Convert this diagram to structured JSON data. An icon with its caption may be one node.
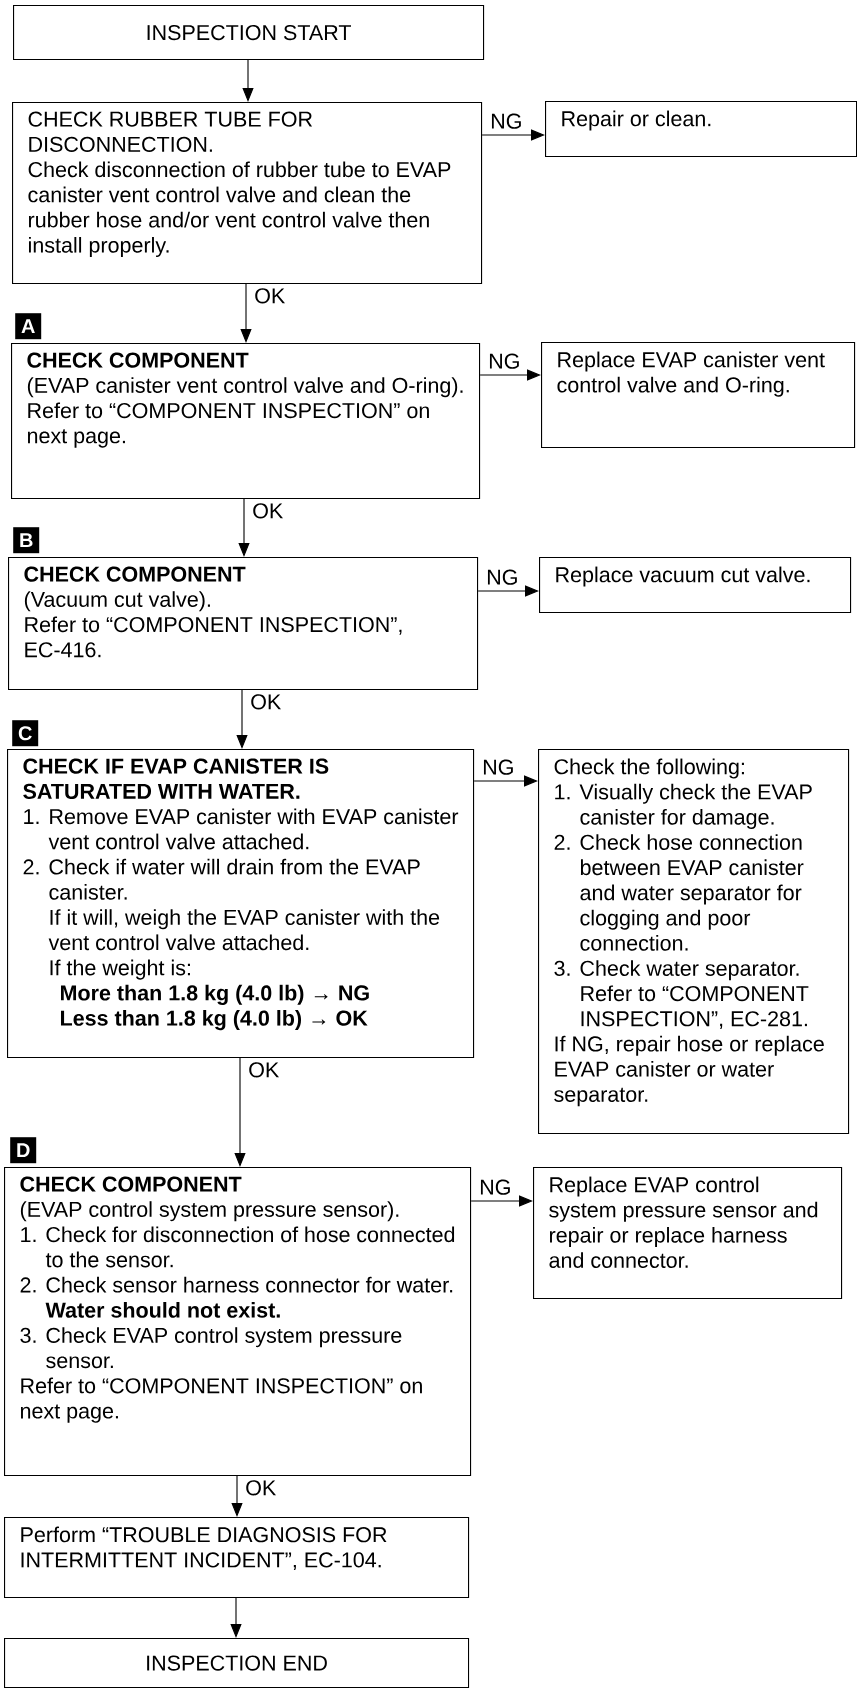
{
  "diagram": {
    "nodes": [
      {
        "text": [
          "INSPECTION START"
        ]
      },
      {
        "text": [
          "CHECK RUBBER TUBE FOR DISCONNECTION.",
          "Check disconnection of rubber tube to EVAP canister vent control valve and clean the rubber hose and/or vent control valve then install properly."
        ]
      },
      {
        "text": [
          "Repair or clean."
        ]
      },
      {
        "text": [
          "CHECK COMPONENT",
          "(EVAP canister vent control valve and O-ring).",
          "Refer to “COMPONENT INSPECTION” on next page."
        ]
      },
      {
        "text": [
          "Replace EVAP canister vent control valve and O-ring."
        ]
      },
      {
        "text": [
          "CHECK COMPONENT",
          "(Vacuum cut valve).",
          "Refer to “COMPONENT INSPECTION”, EC-416."
        ]
      },
      {
        "text": [
          "Replace vacuum cut valve."
        ]
      },
      {
        "text": [
          "CHECK IF EVAP CANISTER IS SATURATED WITH WATER.",
          "1. Remove EVAP canister with EVAP canister vent control valve attached.",
          "2. Check if water will drain from the EVAP canister.",
          "If it will, weigh the EVAP canister with the vent control valve attached.",
          "If the weight is:",
          "More than 1.8 kg (4.0 lb) → NG",
          "Less than 1.8 kg (4.0 lb) → OK"
        ]
      },
      {
        "text": [
          "Check the following:",
          "1. Visually check the EVAP canister for damage.",
          "2. Check hose connection between EVAP canister and water separator for clogging and poor connection.",
          "3. Check water separator. Refer to “COMPONENT INSPECTION”, EC-281.",
          "If NG, repair hose or replace EVAP canister or water separator."
        ]
      },
      {
        "text": [
          "CHECK COMPONENT",
          "(EVAP control system pressure sensor).",
          "1. Check for disconnection of hose connected to the sensor.",
          "2. Check sensor harness connector for water.",
          "Water should not exist.",
          "3. Check EVAP control system pressure sensor.",
          "Refer to “COMPONENT INSPECTION” on next page."
        ]
      },
      {
        "text": [
          "Replace EVAP control system pressure sensor and repair or replace harness and connector."
        ]
      },
      {
        "text": [
          "Perform “TROUBLE DIAGNOSIS FOR INTERMITTENT INCIDENT”, EC-104."
        ]
      },
      {
        "text": [
          "INSPECTION END"
        ]
      }
    ],
    "edges": [
      {
        "from": 0,
        "to": 1,
        "arrow": "to"
      },
      {
        "from": 1,
        "to": 2,
        "arrow": "to",
        "label": "NG"
      },
      {
        "from": 1,
        "to": 3,
        "arrow": "to",
        "label": "OK"
      },
      {
        "from": 3,
        "to": 4,
        "arrow": "to",
        "label": "NG"
      },
      {
        "from": 3,
        "to": 5,
        "arrow": "to",
        "label": "OK"
      },
      {
        "from": 5,
        "to": 6,
        "arrow": "to",
        "label": "NG"
      },
      {
        "from": 5,
        "to": 7,
        "arrow": "to",
        "label": "OK"
      },
      {
        "from": 7,
        "to": 8,
        "arrow": "to",
        "label": "NG"
      },
      {
        "from": 7,
        "to": 9,
        "arrow": "to",
        "label": "OK"
      },
      {
        "from": 9,
        "to": 10,
        "arrow": "to",
        "label": "NG"
      },
      {
        "from": 9,
        "to": 11,
        "arrow": "to",
        "label": "OK"
      },
      {
        "from": 11,
        "to": 12,
        "arrow": "to"
      }
    ],
    "labels": [
      "A",
      "B",
      "C",
      "D"
    ]
  }
}
